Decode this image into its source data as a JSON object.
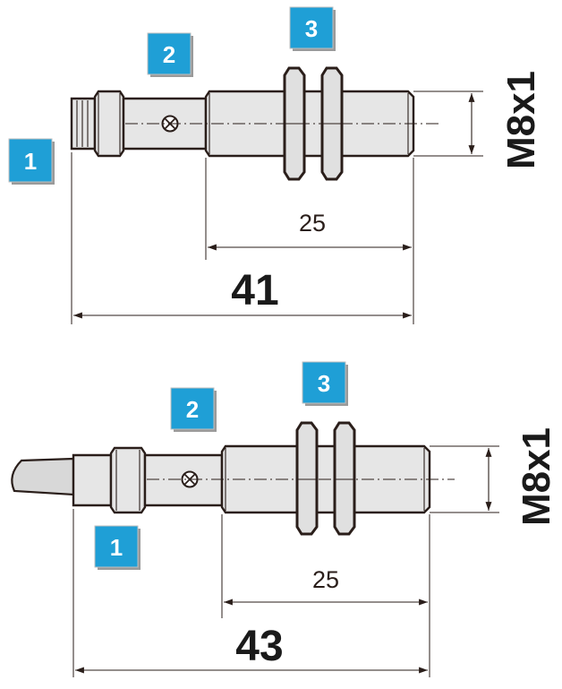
{
  "variant_connector": {
    "callouts": [
      "1",
      "2",
      "3"
    ],
    "dim_thread_length": "25",
    "dim_total_length": "41",
    "thread_label": "M8x1"
  },
  "variant_cable": {
    "callouts": [
      "1",
      "2",
      "3"
    ],
    "dim_thread_length": "25",
    "dim_total_length": "43",
    "thread_label": "M8x1"
  },
  "colors": {
    "callout_fill": "#1f9fd6",
    "outline": "#2a1e1a",
    "body_fill": "#e6e6e6"
  }
}
